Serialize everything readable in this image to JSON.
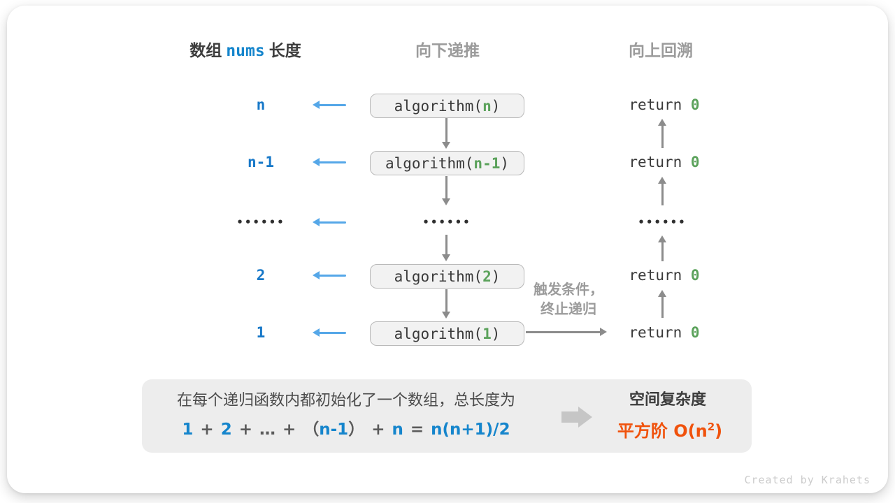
{
  "headers": {
    "left_prefix": "数组",
    "left_code": "nums",
    "left_suffix": "长度",
    "middle": "向下递推",
    "right": "向上回溯"
  },
  "code": {
    "call_prefix": "algorithm(",
    "call_suffix": ")",
    "return_keyword": "return",
    "return_value": "0"
  },
  "stack": {
    "rows": [
      {
        "size": "n",
        "arg": "n"
      },
      {
        "size": "n-1",
        "arg": "n-1"
      },
      {
        "size": "••••••"
      },
      {
        "size": "2",
        "arg": "2"
      },
      {
        "size": "1",
        "arg": "1"
      }
    ],
    "ellipsis": "••••••"
  },
  "trigger_note": {
    "line1": "触发条件，",
    "line2": "终止递归"
  },
  "panel": {
    "description": "在每个递归函数内都初始化了一个数组，总长度为",
    "formula": {
      "t0": "1",
      "t1": "+",
      "t2": "2",
      "t3": "+",
      "t4": "…",
      "t5": "+",
      "t6": "（",
      "t7": "n-1",
      "t8": "）",
      "t9": "+",
      "t10": "n",
      "t11": "=",
      "t12": "n(n+1)/2"
    },
    "result_title": "空间复杂度",
    "result_prefix": "平方阶 O(n",
    "result_sup": "2",
    "result_suffix": ")"
  },
  "credit": "Created by Krahets",
  "colors": {
    "label_blue": "#1778c8",
    "code_blue": "#1585cc",
    "arrow_blue": "#55a7e8",
    "green": "#5ba25b",
    "orange": "#f0520c",
    "arrow_gray": "#8c8c8c",
    "box_fill": "#f2f2f2",
    "box_border": "#b9b9b9",
    "panel_bg": "#ededed",
    "header_gray": "#9b9b9b"
  }
}
